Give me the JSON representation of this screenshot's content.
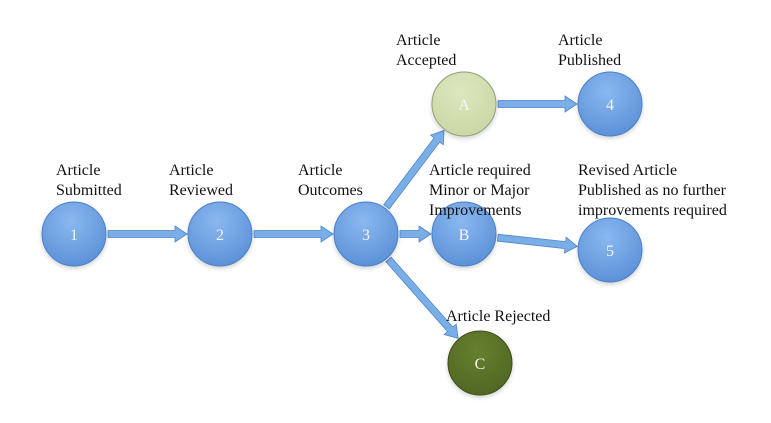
{
  "title": "Article submission workflow",
  "colors": {
    "blue_node": "#6fa2e2",
    "blue_node_dark": "#4a80c8",
    "accepted_node": "#d4dfb2",
    "accepted_stroke": "#8fa07a",
    "rejected_node": "#5b7229",
    "rejected_stroke": "#3f5019",
    "arrow": "#7aaee6",
    "arrow_stroke": "#4f86cc",
    "node_text": "#f4f7fb"
  },
  "nodes": [
    {
      "id": "1",
      "text": "1",
      "label": "Article\nSubmitted",
      "kind": "blue"
    },
    {
      "id": "2",
      "text": "2",
      "label": "Article\nReviewed",
      "kind": "blue"
    },
    {
      "id": "3",
      "text": "3",
      "label": "Article\nOutcomes",
      "kind": "blue"
    },
    {
      "id": "A",
      "text": "A",
      "label": "Article\nAccepted",
      "kind": "accepted"
    },
    {
      "id": "B",
      "text": "B",
      "label": "Article required\nMinor or Major\nImprovements",
      "kind": "blue"
    },
    {
      "id": "C",
      "text": "C",
      "label": "Article Rejected",
      "kind": "rejected"
    },
    {
      "id": "4",
      "text": "4",
      "label": "Article\nPublished",
      "kind": "blue"
    },
    {
      "id": "5",
      "text": "5",
      "label": "Revised Article\nPublished as no further\nimprovements required",
      "kind": "blue"
    }
  ],
  "edges": [
    {
      "from": "1",
      "to": "2"
    },
    {
      "from": "2",
      "to": "3"
    },
    {
      "from": "3",
      "to": "A"
    },
    {
      "from": "3",
      "to": "B"
    },
    {
      "from": "3",
      "to": "C"
    },
    {
      "from": "A",
      "to": "4"
    },
    {
      "from": "B",
      "to": "5"
    }
  ]
}
